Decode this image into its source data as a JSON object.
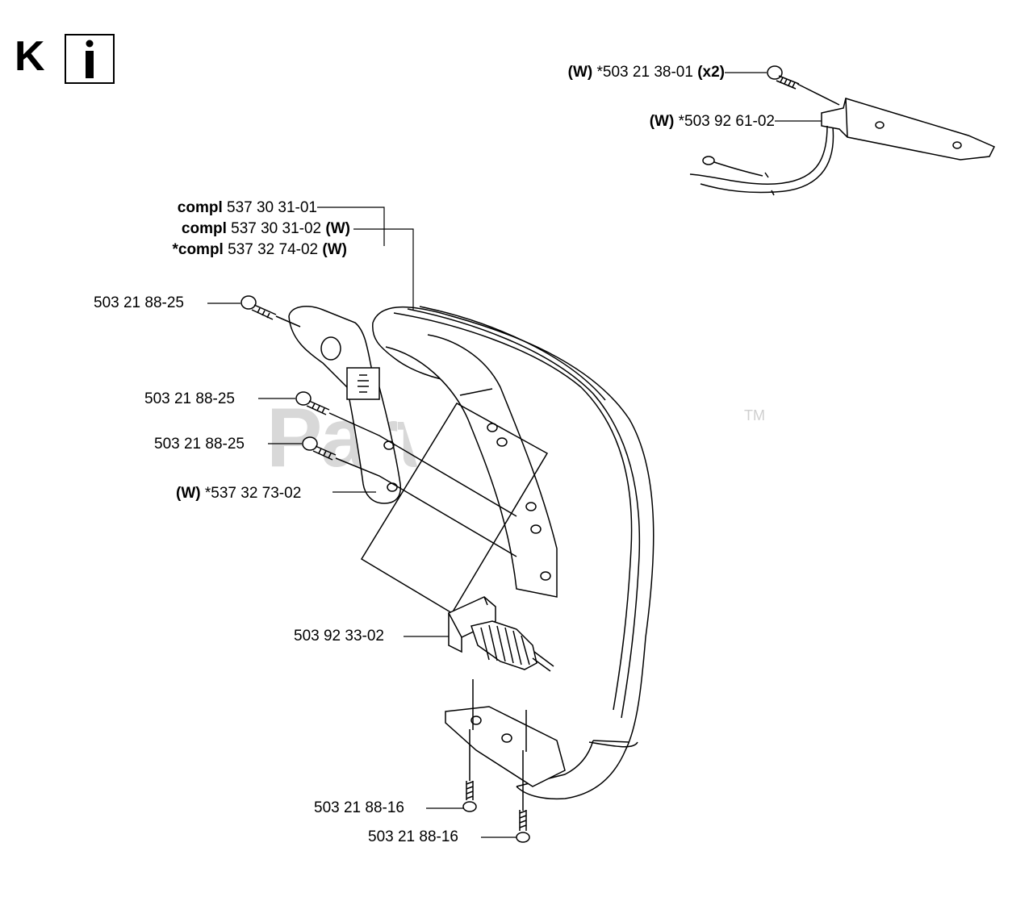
{
  "header": {
    "section_letter": "K",
    "info_icon": "info-icon"
  },
  "watermark": {
    "text": "PartsTree",
    "trademark": "TM"
  },
  "labels": {
    "screw_top": {
      "prefix": "(W)",
      "part": "*503 21 38-01",
      "suffix": "(x2)"
    },
    "bracket_top": {
      "prefix": "(W)",
      "part": "*503 92 61-02"
    },
    "compl_1": {
      "prefix": "compl",
      "part": "537 30 31-01"
    },
    "compl_2": {
      "prefix": "compl",
      "part": "537 30 31-02",
      "suffix": "(W)"
    },
    "compl_3": {
      "prefix": "*compl",
      "part": "537 32 74-02",
      "suffix": "(W)"
    },
    "screw_a": {
      "part": "503 21 88-25"
    },
    "screw_b": {
      "part": "503 21 88-25"
    },
    "screw_c": {
      "part": "503 21 88-25"
    },
    "plate": {
      "prefix": "(W)",
      "part": "*537 32 73-02"
    },
    "spring": {
      "part": "503 92 33-02"
    },
    "screw_d": {
      "part": "503 21 88-16"
    },
    "screw_e": {
      "part": "503 21 88-16"
    }
  },
  "colors": {
    "line": "#000000",
    "watermark": "#d8d8d8"
  }
}
